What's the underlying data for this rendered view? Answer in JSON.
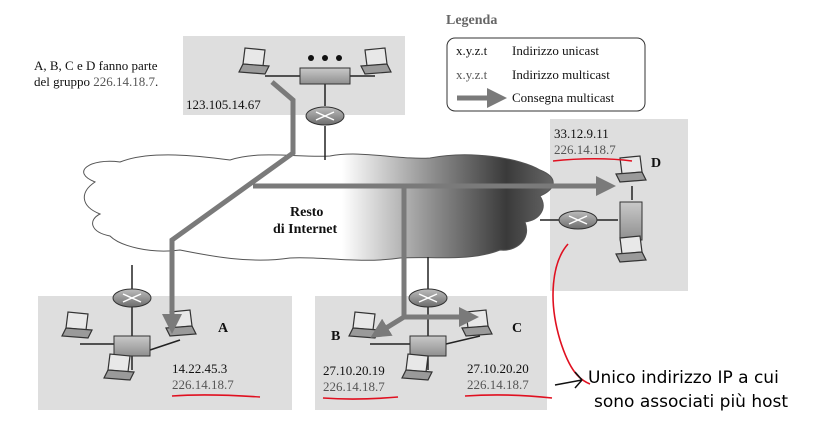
{
  "intro": {
    "line1": "A, B, C e D fanno parte",
    "line2_prefix": "del gruppo ",
    "line2_group": "226.14.18.7",
    "line2_suffix": "."
  },
  "legend": {
    "title": "Legenda",
    "unicast_sample": "x.y.z.t",
    "unicast_label": "Indirizzo unicast",
    "multicast_sample": "x.y.z.t",
    "multicast_label": "Indirizzo multicast",
    "delivery_label": "Consegna multicast"
  },
  "internet": {
    "line1": "Resto",
    "line2": "di Internet"
  },
  "networks": {
    "top": {
      "unicast": "123.105.14.67"
    },
    "left": {
      "host": "A",
      "unicast": "14.22.45.3",
      "multicast": "226.14.18.7"
    },
    "middle": {
      "host_b": "B",
      "host_c": "C",
      "unicast_b": "27.10.20.19",
      "multicast_b": "226.14.18.7",
      "unicast_c": "27.10.20.20",
      "multicast_c": "226.14.18.7"
    },
    "right": {
      "host": "D",
      "unicast": "33.12.9.11",
      "multicast": "226.14.18.7"
    }
  },
  "annotation": {
    "line1": "Unico indirizzo IP a cui",
    "line2": "sono associati più host"
  },
  "colors": {
    "lan_box": "#dedede",
    "arrow": "#7a7a7a",
    "multicast_text": "#555555",
    "underline": "#e01020"
  }
}
